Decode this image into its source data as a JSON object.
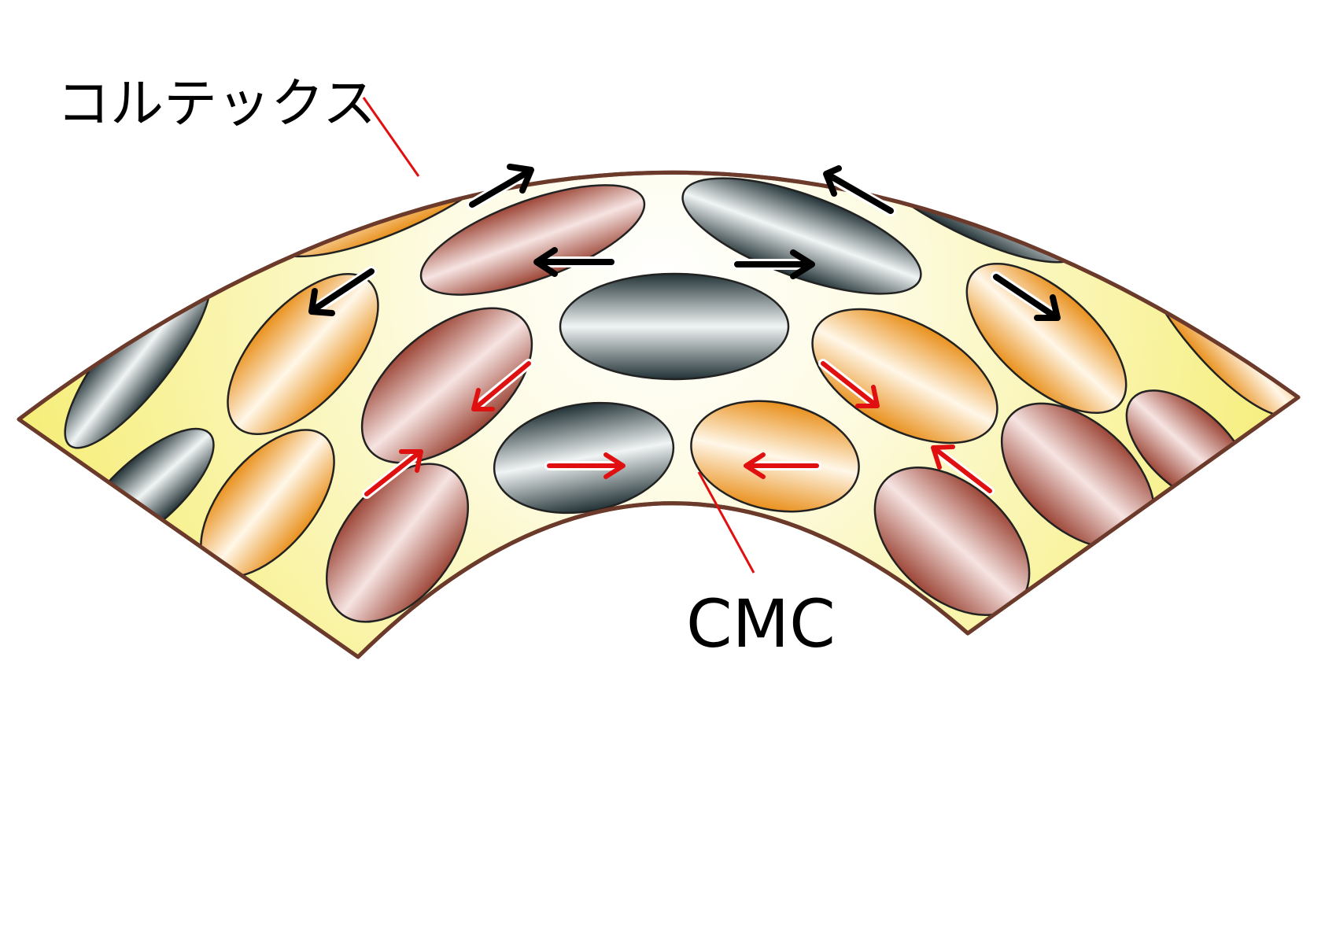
{
  "labels": {
    "cortex": "コルテックス",
    "cmc": "CMC"
  },
  "colors": {
    "band_fill": "#f7f2a8",
    "band_outline": "#6b3a2a",
    "fiber_orange": "#f2a53a",
    "fiber_red": "#a95646",
    "fiber_dark": "#2d4246",
    "arrow_black": "#000000",
    "arrow_red": "#e01010",
    "leader_line": "#e01010"
  },
  "cells": [
    {
      "kind": "orange"
    },
    {
      "kind": "red"
    },
    {
      "kind": "dark"
    },
    {
      "kind": "dark"
    },
    {
      "kind": "red"
    },
    {
      "kind": "dark"
    },
    {
      "kind": "orange"
    },
    {
      "kind": "orange"
    },
    {
      "kind": "dark"
    },
    {
      "kind": "orange"
    },
    {
      "kind": "red"
    },
    {
      "kind": "dark"
    },
    {
      "kind": "orange"
    },
    {
      "kind": "orange"
    },
    {
      "kind": "dark"
    },
    {
      "kind": "orange"
    },
    {
      "kind": "red"
    },
    {
      "kind": "red"
    },
    {
      "kind": "red"
    },
    {
      "kind": "red"
    }
  ]
}
